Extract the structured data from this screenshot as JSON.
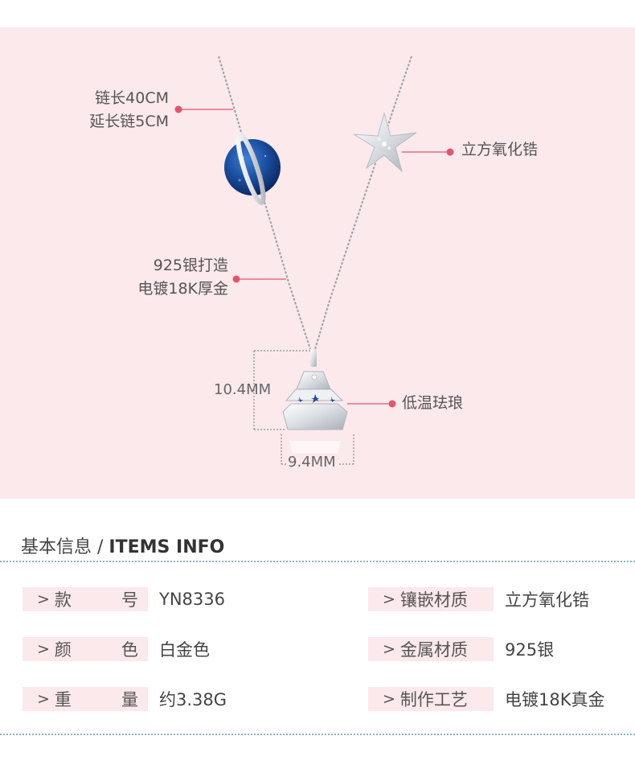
{
  "callouts": {
    "chain_line1": "链长40CM",
    "chain_line2": "延长链5CM",
    "zirconia": "立方氧化锆",
    "silver_line1": "925银打造",
    "silver_line2": "电镀18K厚金",
    "enamel": "低温珐琅"
  },
  "dimensions": {
    "height": "10.4MM",
    "width": "9.4MM"
  },
  "info": {
    "title_cn": "基本信息",
    "separator": " / ",
    "title_en": "ITEMS INFO"
  },
  "specs_left": [
    {
      "key_a": "款",
      "key_b": "号",
      "value": "YN8336"
    },
    {
      "key_a": "颜",
      "key_b": "色",
      "value": "白金色"
    },
    {
      "key_a": "重",
      "key_b": "量",
      "value": "约3.38G"
    }
  ],
  "specs_right": [
    {
      "key": "镶嵌材质",
      "value": "立方氧化锆"
    },
    {
      "key": "金属材质",
      "value": "925银"
    },
    {
      "key": "制作工艺",
      "value": "电镀18K真金"
    }
  ],
  "arrow_glyph": ">",
  "colors": {
    "hero_bg": "#fbe9ec",
    "accent_dot": "#e0566e",
    "planet_blue": "#1b4fa0",
    "dotted_rule": "#8fb3bf"
  }
}
